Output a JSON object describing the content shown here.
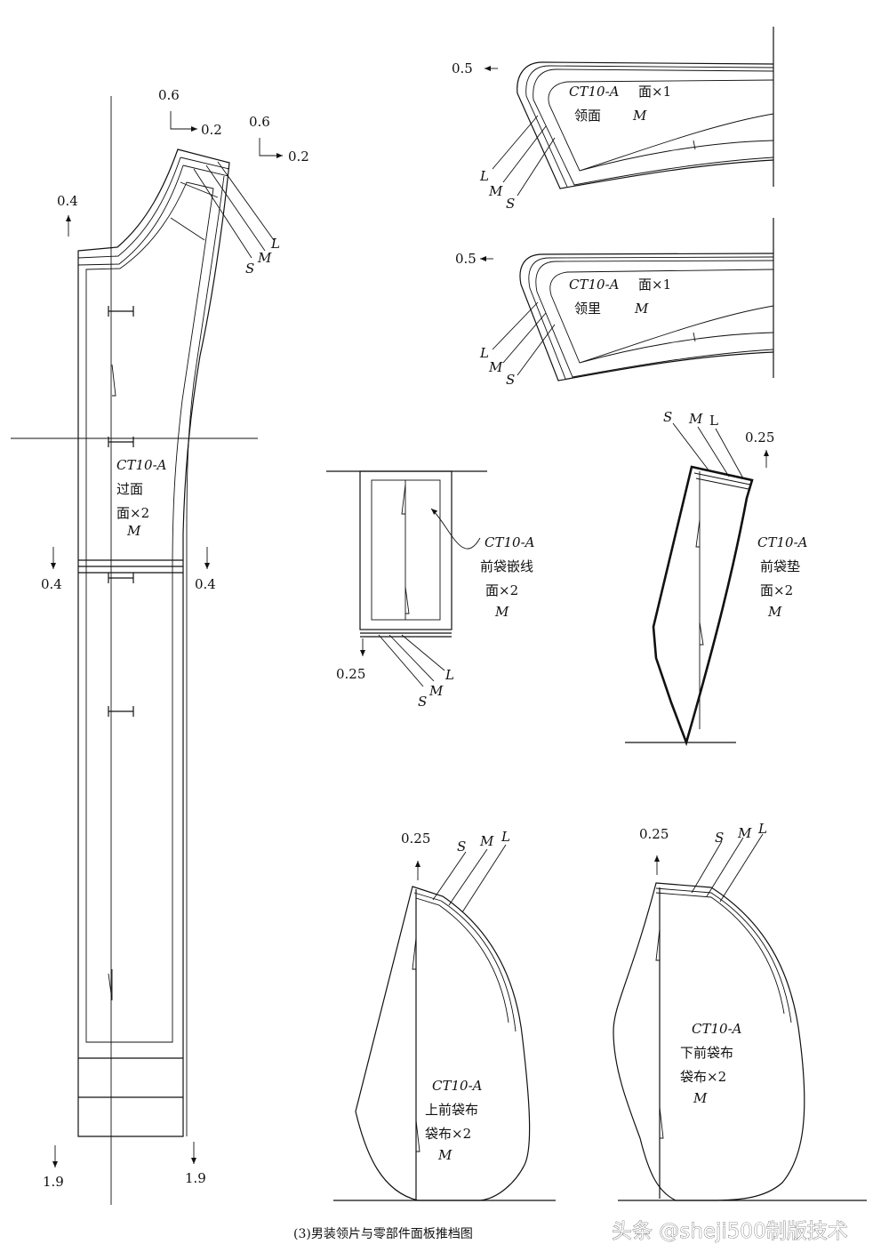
{
  "caption": "(3)男装领片与零部件面板推档图",
  "watermark": "头条 @sheji500制版技术",
  "labels": {
    "code": "CT10-A",
    "S": "S",
    "M": "M",
    "L": "L",
    "L_upright": "L"
  },
  "facing": {
    "name": "过面",
    "qty": "面×2",
    "size": "M",
    "v_top": "0.6",
    "h_top": "0.2",
    "v_top2": "0.6",
    "h_top2": "0.2",
    "v_left": "0.4",
    "v_mid_left": "0.4",
    "v_mid_right": "0.4",
    "v_bottom_left": "1.9",
    "v_bottom_right": "1.9"
  },
  "top_collar": {
    "code": "CT10-A",
    "qty": "面×1",
    "name": "领面",
    "size": "M",
    "h": "0.5"
  },
  "under_collar": {
    "code": "CT10-A",
    "qty": "面×1",
    "name": "领里",
    "size": "M",
    "h": "0.5"
  },
  "welt": {
    "code": "CT10-A",
    "name": "前袋嵌线",
    "qty": "面×2",
    "size": "M",
    "v": "0.25"
  },
  "pocket_facing": {
    "code": "CT10-A",
    "name": "前袋垫",
    "qty": "面×2",
    "size": "M",
    "v": "0.25"
  },
  "upper_pocket": {
    "code": "CT10-A",
    "name": "上前袋布",
    "qty": "袋布×2",
    "size": "M",
    "v": "0.25"
  },
  "lower_pocket": {
    "code": "CT10-A",
    "name": "下前袋布",
    "qty": "袋布×2",
    "size": "M",
    "v": "0.25"
  }
}
